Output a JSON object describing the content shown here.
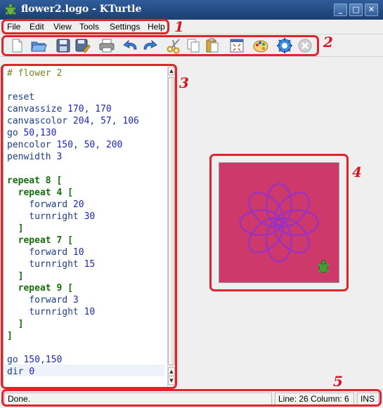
{
  "window": {
    "title": "flower2.logo - KTurtle",
    "minimize": "_",
    "maximize": "□",
    "close": "✕"
  },
  "menu": [
    "File",
    "Edit",
    "View",
    "Tools",
    "Settings",
    "Help"
  ],
  "toolbar": [
    "new-file-icon",
    "open-folder-icon",
    "save-icon",
    "save-as-icon",
    "print-icon",
    "undo-icon",
    "redo-icon",
    "cut-icon",
    "copy-icon",
    "paste-icon",
    "fullscreen-icon",
    "color-picker-icon",
    "run-icon",
    "stop-icon"
  ],
  "annotations": [
    "1",
    "2",
    "3",
    "4",
    "5"
  ],
  "editor": {
    "lines": [
      "# flower 2",
      "",
      "reset",
      "canvassize 170, 170",
      "canvascolor 204, 57, 106",
      "go 50,130",
      "pencolor 150, 50, 200",
      "penwidth 3",
      "",
      "repeat 8 [",
      "  repeat 4 [",
      "    forward 20",
      "    turnright 30",
      "  ]",
      "  repeat 7 [",
      "    forward 10",
      "    turnright 15",
      "  ]",
      "  repeat 9 [",
      "    forward 3",
      "    turnright 10",
      "  ]",
      "]",
      "",
      "go 150,150",
      "dir 0"
    ]
  },
  "canvas": {
    "background": "#cc396a",
    "pen_color": "#9632c8",
    "turtle_color": "#4a9a3a"
  },
  "status": {
    "message": "Done.",
    "position": "Line: 26 Column: 6",
    "mode": "INS"
  },
  "colors": {
    "titlebar": "#2f5d9a",
    "annotation": "#e0242a"
  }
}
